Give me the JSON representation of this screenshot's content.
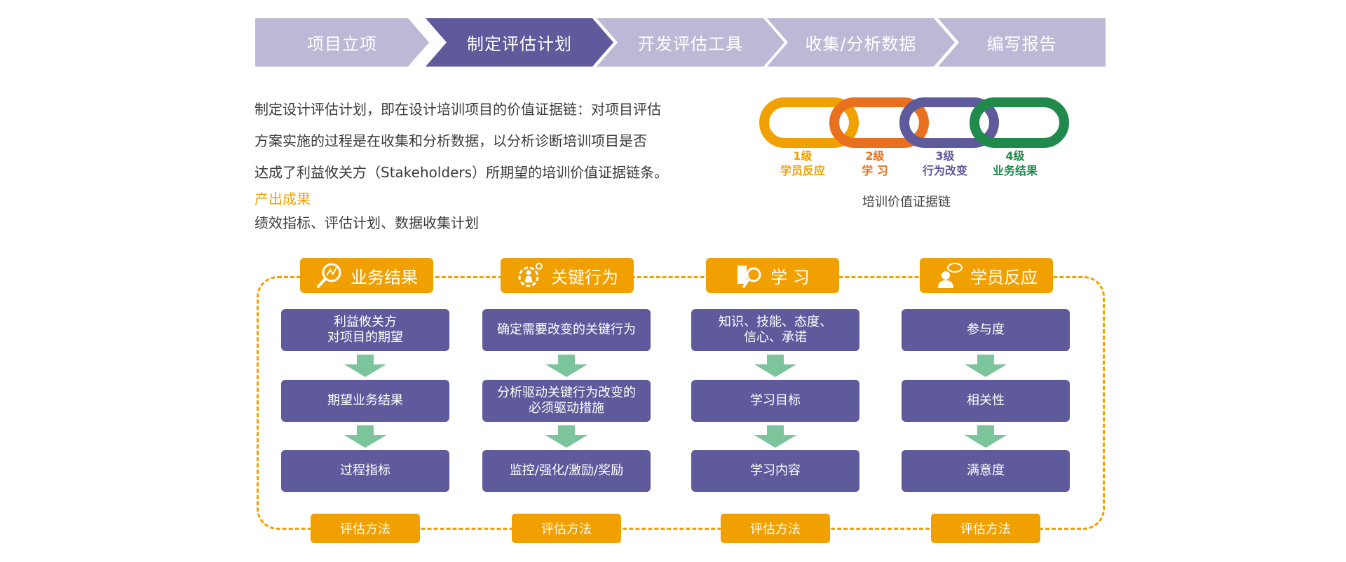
{
  "steps": [
    "项目立项",
    "制定评估计划",
    "开发评估工具",
    "收集/分析数据",
    "编写报告"
  ],
  "colors": {
    "step_inactive": "#bcb9d7",
    "step_active": "#5f5a9c",
    "orange": "#f0a000",
    "purple": "#5f5a9c",
    "green_arrow": "#7cc49b",
    "chain_green": "#1f8a4c",
    "chain_orange": "#e8701f",
    "chain_yellow": "#f0a000"
  },
  "description": "制定设计评估计划，即在设计培训项目的价值证据链：对项目评估方案实施的过程是在收集和分析数据，以分析诊断培训项目是否达成了利益攸关方（Stakeholders）所期望的培训价值证据链条。",
  "description_lines": [
    "制定设计评估计划，即在设计培训项目的价值证据链：对项目评估",
    "方案实施的过程是在收集和分析数据，以分析诊断培训项目是否",
    "达成了利益攸关方（Stakeholders）所期望的培训价值证据链条。"
  ],
  "output": {
    "title": "产出成果",
    "text": "绩效指标、评估计划、数据收集计划"
  },
  "chain": {
    "caption": "培训价值证据链",
    "levels": [
      {
        "num": "1级",
        "name": "学员反应"
      },
      {
        "num": "2级",
        "name": "学  习"
      },
      {
        "num": "3级",
        "name": "行为改变"
      },
      {
        "num": "4级",
        "name": "业务结果"
      }
    ]
  },
  "columns": [
    {
      "title": "业务结果",
      "icon": "magnifier-chart-icon",
      "boxes": [
        "利益攸关方\n对项目的期望",
        "期望业务结果",
        "过程指标"
      ],
      "method": "评估方法"
    },
    {
      "title": "关键行为",
      "icon": "gear-person-icon",
      "boxes": [
        "确定需要改变的关键行为",
        "分析驱动关键行为改变的\n必须驱动措施",
        "监控/强化/激励/奖励"
      ],
      "method": "评估方法"
    },
    {
      "title": "学  习",
      "icon": "book-magnifier-icon",
      "boxes": [
        "知识、技能、态度、\n信心、承诺",
        "学习目标",
        "学习内容"
      ],
      "method": "评估方法"
    },
    {
      "title": "学员反应",
      "icon": "person-speech-icon",
      "boxes": [
        "参与度",
        "相关性",
        "满意度"
      ],
      "method": "评估方法"
    }
  ]
}
